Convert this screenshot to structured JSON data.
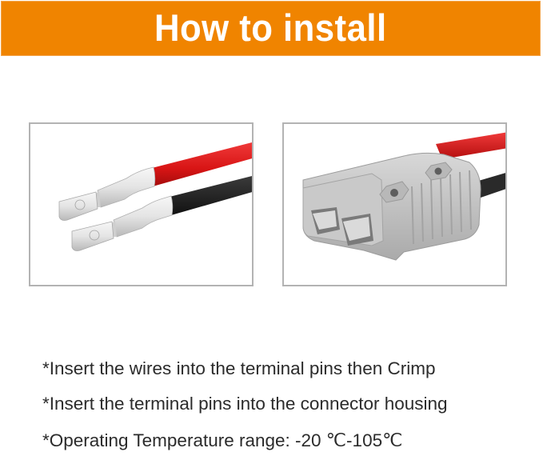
{
  "banner": {
    "title": "How to install",
    "background_color": "#f08400",
    "text_color": "#ffffff"
  },
  "panels": [
    {
      "id": "step-terminal-pins",
      "description": "Red and black wires crimped into silver terminal pins",
      "wire_colors": [
        "#e11a1a",
        "#1e1e1e"
      ]
    },
    {
      "id": "step-connector-housing",
      "description": "Grey two-pole connector housing with red and black wires",
      "housing_color": "#c4c4c4",
      "wire_colors": [
        "#e11a1a",
        "#1e1e1e"
      ]
    }
  ],
  "notes": [
    "*Insert the wires into  the terminal pins then Crimp",
    "*Insert the terminal pins into the connector housing",
    "*Operating Temperature range: -20 ℃-105℃"
  ]
}
